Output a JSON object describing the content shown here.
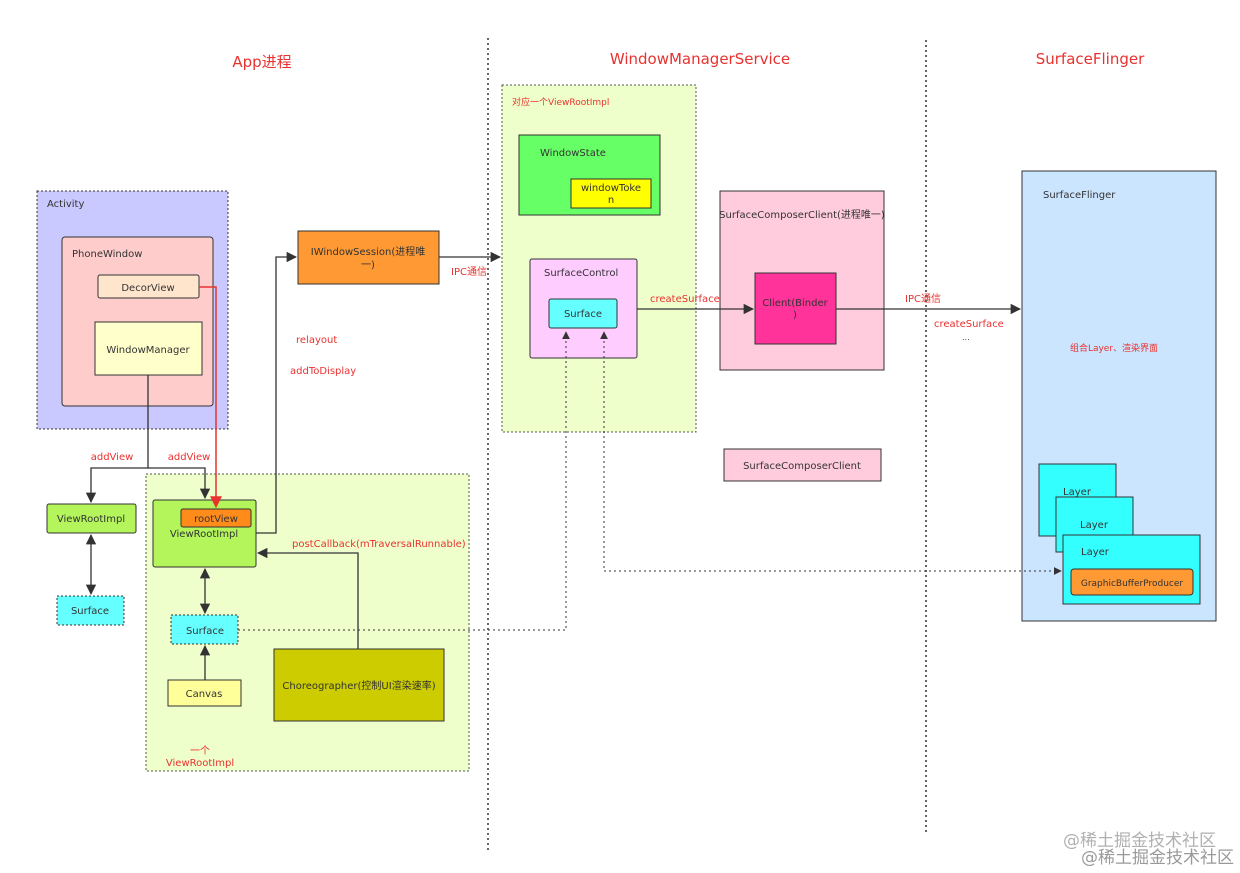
{
  "sections": {
    "app": "App进程",
    "wms": "WindowManagerService",
    "sf": "SurfaceFlinger"
  },
  "boxes": {
    "activity": "Activity",
    "phone_window": "PhoneWindow",
    "decor_view": "DecorView",
    "window_manager": "WindowManager",
    "view_root_impl_left": "ViewRootImpl",
    "surface_left": "Surface",
    "root_view": "rootView",
    "view_root_impl": "ViewRootImpl",
    "surface_mid": "Surface",
    "canvas": "Canvas",
    "choreographer": "Choreographer(控制UI渲染速率)",
    "one_view_root_line1": "一个",
    "one_view_root_line2": "ViewRootImpl",
    "iwindow_session_line1": "IWindowSession(进程唯",
    "iwindow_session_line2": "一)",
    "wms_group": "对应一个ViewRootImpl",
    "window_state": "WindowState",
    "window_token_line1": "windowToke",
    "window_token_line2": "n",
    "surface_control": "SurfaceControl",
    "surface_wms": "Surface",
    "scc_group": "SurfaceComposerClient(进程唯一)",
    "client_binder_line1": "Client(Binder",
    "client_binder_line2": ")",
    "scc_small": "SurfaceComposerClient",
    "sf_box": "SurfaceFlinger",
    "sf_desc": "组合Layer、渲染界面",
    "layer1": "Layer",
    "layer2": "Layer",
    "layer3": "Layer",
    "gbp": "GraphicBufferProducer"
  },
  "labels": {
    "add_view_1": "addView",
    "add_view_2": "addView",
    "relayout": "relayout",
    "add_to_display": "addToDisplay",
    "ipc_1": "IPC通信",
    "create_surface_1": "createSurface",
    "ipc_2": "IPC通信",
    "create_surface_2": "createSurface",
    "ellipsis": "...",
    "post_callback": "postCallback(mTraversalRunnable)"
  },
  "watermark": {
    "line1": "@稀土掘金技术社区",
    "line2": "@稀土掘金技术社区"
  }
}
